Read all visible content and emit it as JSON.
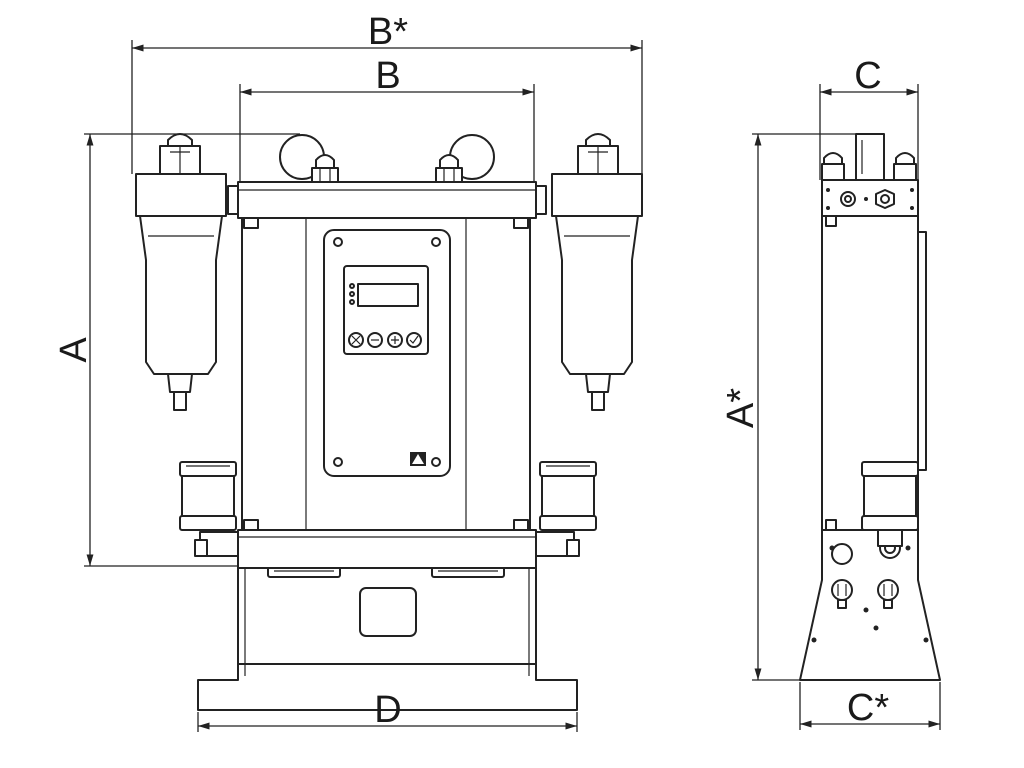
{
  "dimensions": {
    "b_star": "B*",
    "b": "B",
    "a": "A",
    "d": "D",
    "c": "C",
    "a_star": "A*",
    "c_star": "C*"
  },
  "icons": {
    "control_buttons": [
      "close-icon",
      "minus-icon",
      "plus-icon",
      "check-icon"
    ],
    "brand_logo": "triangle-logo-icon"
  }
}
